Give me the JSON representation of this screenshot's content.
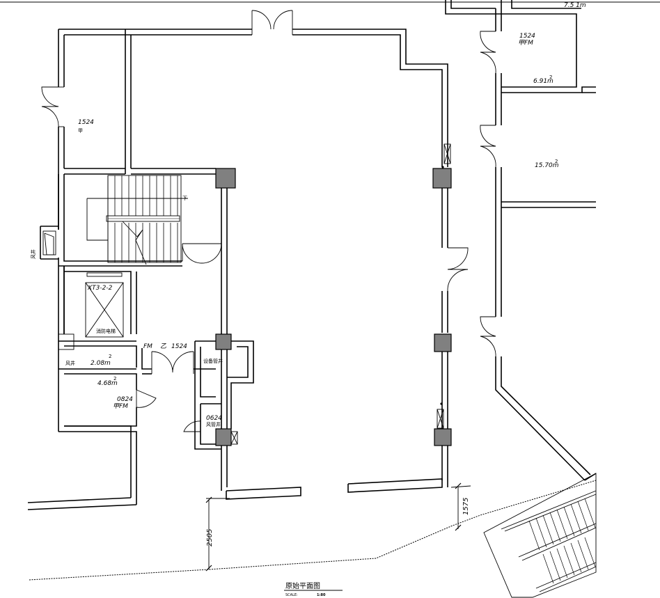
{
  "rooms": {
    "top_left_door_code": "1524",
    "top_left_door_type": "甲",
    "top_right_door_code": "1524",
    "top_right_door_type": "甲FM",
    "top_right_area": "6.91m",
    "right_mid_area": "15.70m",
    "top_edge_area": "7.5 1m",
    "elevator_code": "XT3-2-2",
    "elevator_label": "消防电梯",
    "shaft_area": "2.08m",
    "shaft_label_left": "风井",
    "room_area": "4.68m",
    "room_door_code": "0824",
    "room_door_type": "甲FM",
    "door_fm": "FM",
    "door_b": "乙",
    "door_code_mid": "1524",
    "equip_shaft": "设备管井",
    "small_door_code": "0624",
    "small_shaft": "风管井",
    "left_vent": "风井",
    "stair_down": "下",
    "sup2": "2"
  },
  "dimensions": {
    "d1": "2505",
    "d2": "1575"
  },
  "title_block": {
    "title": "原始平面图",
    "scale_label": "SCALE:",
    "scale_value": "1:80"
  }
}
